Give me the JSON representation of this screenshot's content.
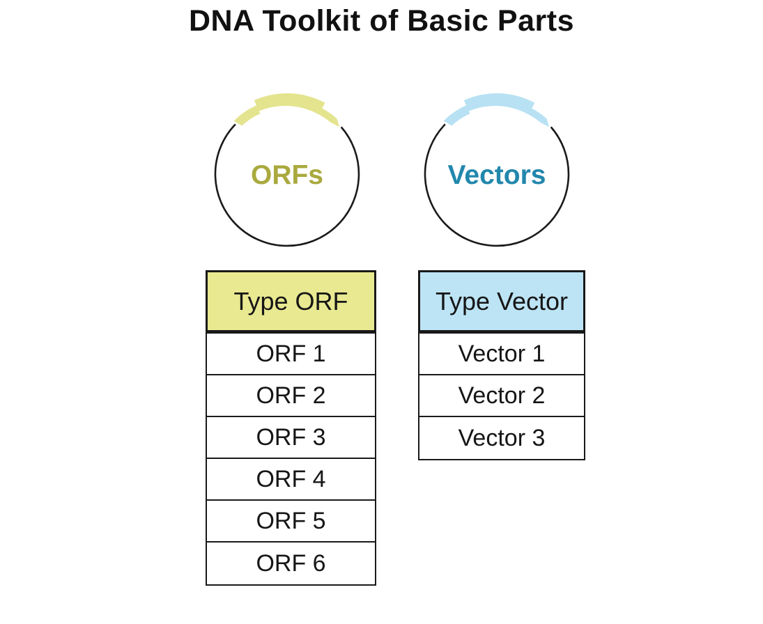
{
  "title": "DNA Toolkit of Basic Parts",
  "colors": {
    "outline": "#1a1a1a",
    "orf_band": "#e4e48f",
    "orf_label": "#a9a93e",
    "orf_header_bg": "#e9e992",
    "vector_band": "#b8e1f3",
    "vector_label": "#2287ad",
    "vector_header_bg": "#bde4f5"
  },
  "plasmids": [
    {
      "label": "ORFs",
      "band_color": "#e4e48f",
      "label_color": "#a9a93e"
    },
    {
      "label": "Vectors",
      "band_color": "#b8e1f3",
      "label_color": "#2287ad"
    }
  ],
  "tables": [
    {
      "header": "Type ORF",
      "header_bg": "#e9e992",
      "rows": [
        "ORF 1",
        "ORF 2",
        "ORF 3",
        "ORF 4",
        "ORF 5",
        "ORF 6"
      ]
    },
    {
      "header": "Type Vector",
      "header_bg": "#bde4f5",
      "rows": [
        "Vector 1",
        "Vector 2",
        "Vector 3"
      ]
    }
  ]
}
